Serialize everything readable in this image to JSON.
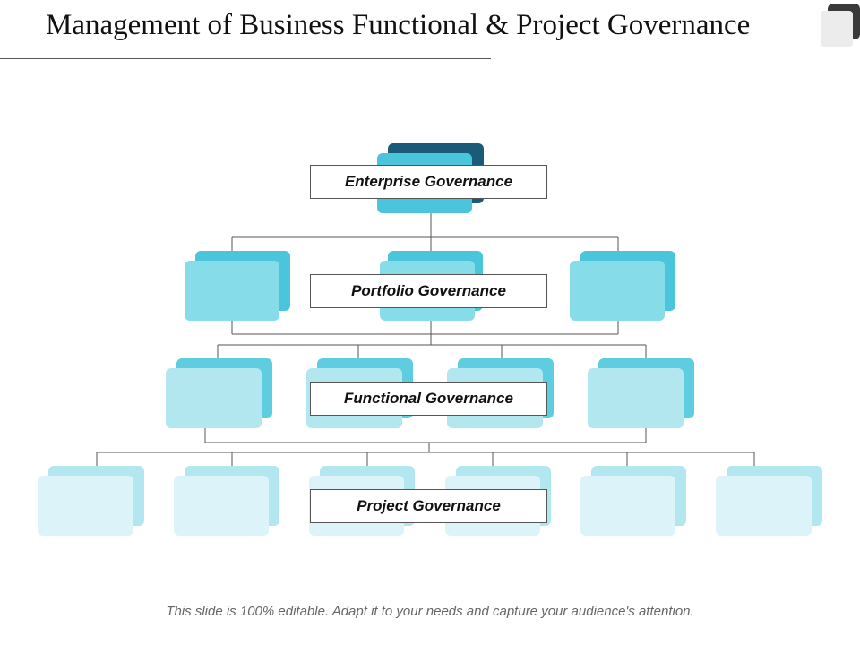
{
  "slide": {
    "title": "Management of Business Functional & Project Governance",
    "footer": "This slide is 100% editable. Adapt it to your needs and capture your audience's attention."
  },
  "diagram": {
    "levels": [
      {
        "label": "Enterprise Governance",
        "front_color": "#4bc5dc",
        "back_color": "#1a5c78"
      },
      {
        "label": "Portfolio Governance",
        "front_color": "#86dce9",
        "back_color": "#4bc5dc"
      },
      {
        "label": "Functional Governance",
        "front_color": "#b2e7f0",
        "back_color": "#5fcde0"
      },
      {
        "label": "Project Governance",
        "front_color": "#dcf4f9",
        "back_color": "#b2e7f0"
      }
    ],
    "line_color": "#555555"
  }
}
